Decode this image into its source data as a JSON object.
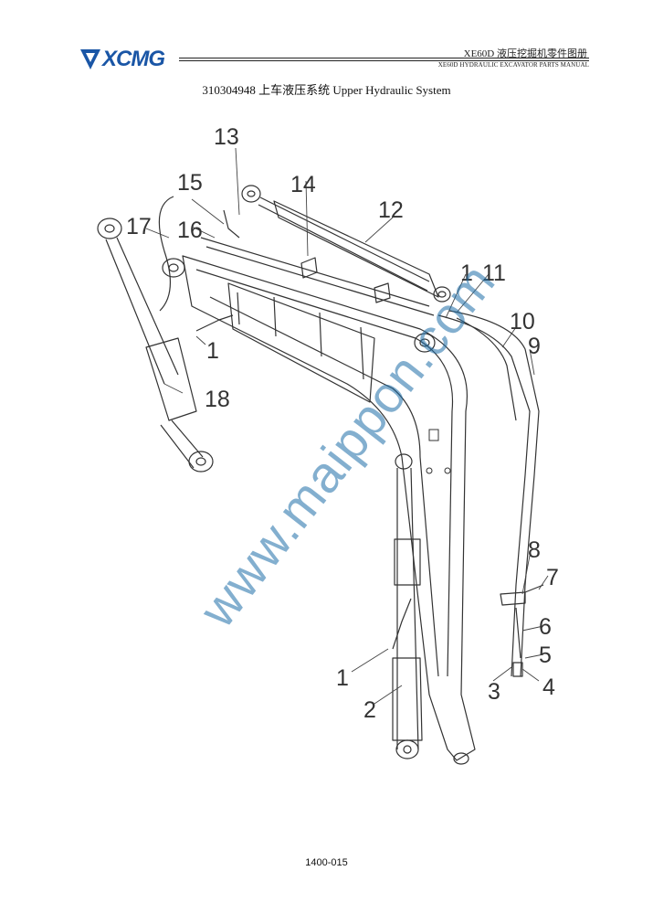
{
  "header": {
    "brand": "XCMG",
    "title_cn": "XE60D 液压挖掘机零件图册",
    "title_en": "XE60D HYDRAULIC EXCAVATOR PARTS MANUAL"
  },
  "section_title": "310304948 上车液压系统 Upper Hydraulic System",
  "drawing": {
    "callouts": [
      "1",
      "2",
      "3",
      "4",
      "5",
      "6",
      "7",
      "8",
      "9",
      "10",
      "11",
      "12",
      "13",
      "14",
      "15",
      "16",
      "17",
      "18"
    ]
  },
  "watermark": "www.maippon.com",
  "footer": {
    "page_number": "1400-015"
  },
  "colors": {
    "brand_blue": "#1a56a6",
    "watermark_blue": "#1e6ea8"
  }
}
